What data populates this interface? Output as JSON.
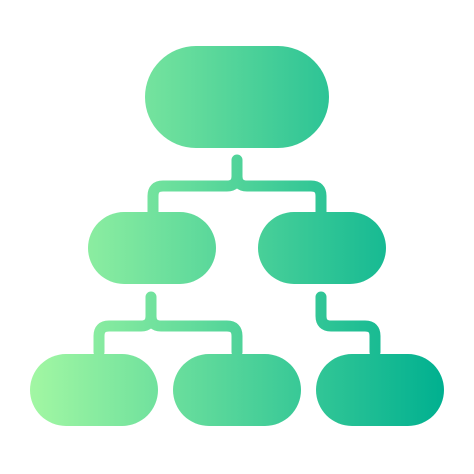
{
  "icon": {
    "name": "hierarchy-icon",
    "gradient_start": "#a2f7a3",
    "gradient_end": "#00b090"
  },
  "nodes": [
    {
      "name": "root-node"
    },
    {
      "name": "level-2-left-node"
    },
    {
      "name": "level-2-right-node"
    },
    {
      "name": "level-3-left-node"
    },
    {
      "name": "level-3-middle-node"
    },
    {
      "name": "level-3-right-node"
    }
  ]
}
